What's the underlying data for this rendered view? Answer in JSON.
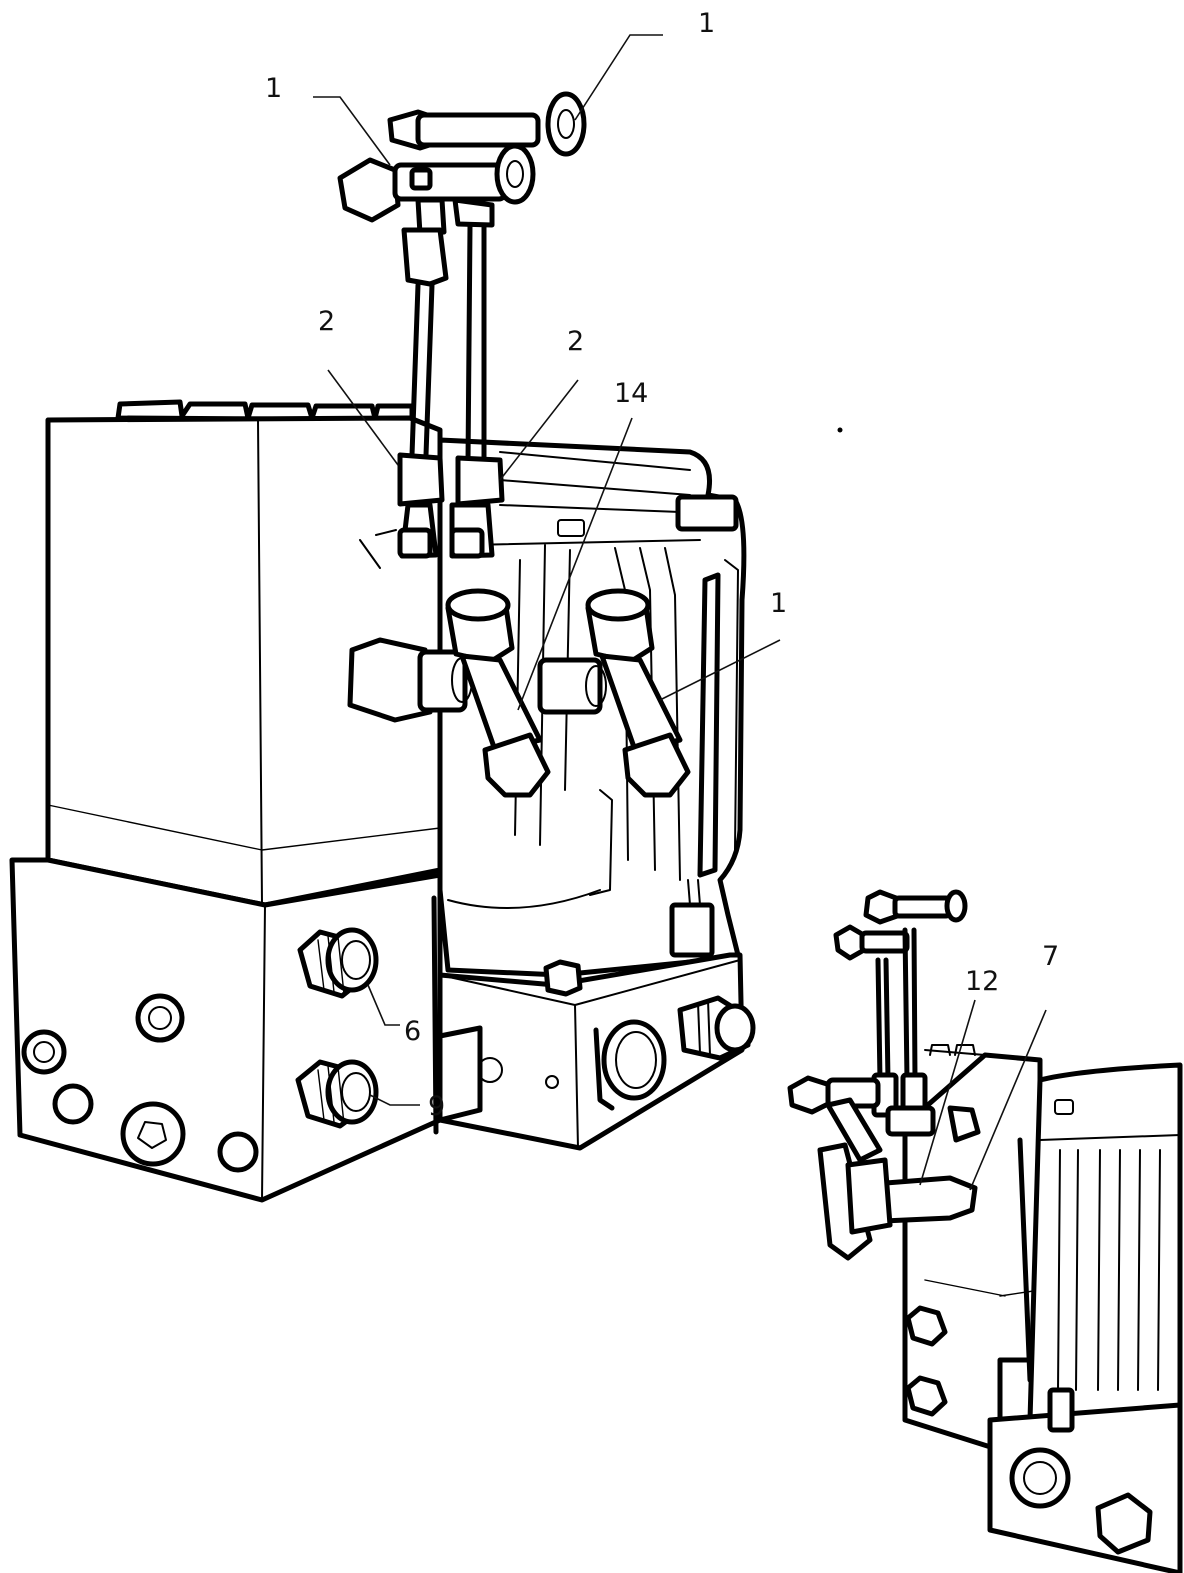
{
  "labels": {
    "top_right": "1",
    "top_left": "1",
    "left_mid": "2",
    "right_mid": "2",
    "center": "14",
    "right_side": "1",
    "port_upper": "6",
    "port_lower": "9",
    "inset_left": "12",
    "inset_right": "7"
  }
}
